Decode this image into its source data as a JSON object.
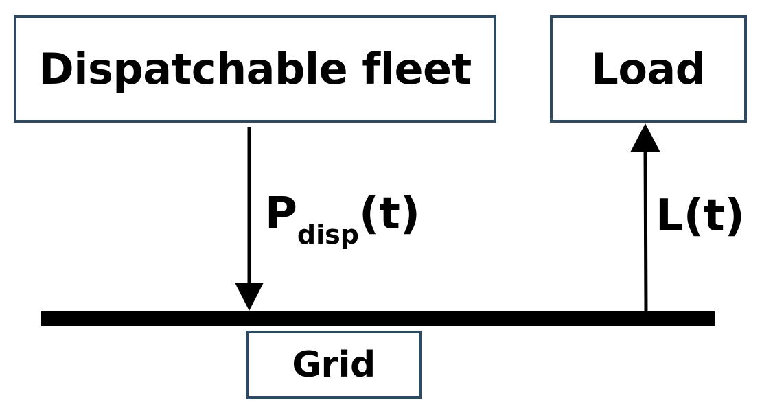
{
  "nodes": {
    "fleet": {
      "label": "Dispatchable fleet"
    },
    "load": {
      "label": "Load"
    },
    "grid": {
      "label": "Grid"
    }
  },
  "flows": {
    "dispatch": {
      "symbol": "P",
      "subscript": "disp",
      "argument": "(t)",
      "direction": "fleet-to-grid"
    },
    "load": {
      "label": "L(t)",
      "direction": "grid-to-load"
    }
  },
  "colors": {
    "box_border": "#2e4a62",
    "lines": "#000000",
    "text": "#000000"
  }
}
